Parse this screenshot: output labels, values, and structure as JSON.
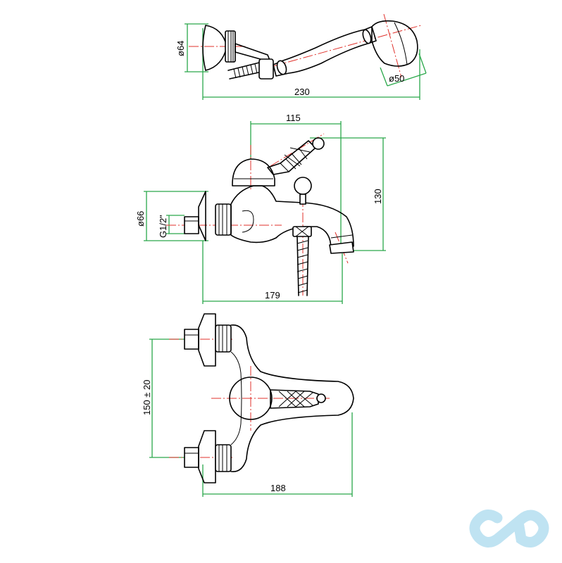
{
  "colors": {
    "outline": "#000000",
    "dimension": "#2aa84a",
    "centerline": "#e0312b",
    "logo": "#bfe3f2"
  },
  "handshower": {
    "dia_head": "ø64",
    "length": "230",
    "dia_spray": "ø50"
  },
  "side_view": {
    "width_top": "115",
    "height": "130",
    "dia_flange": "ø66",
    "thread": "G1/2\"",
    "width_bottom": "179"
  },
  "top_view": {
    "spacing": "150 ± 20",
    "width": "188"
  },
  "logo": {
    "icon": "cd-logo-icon"
  }
}
